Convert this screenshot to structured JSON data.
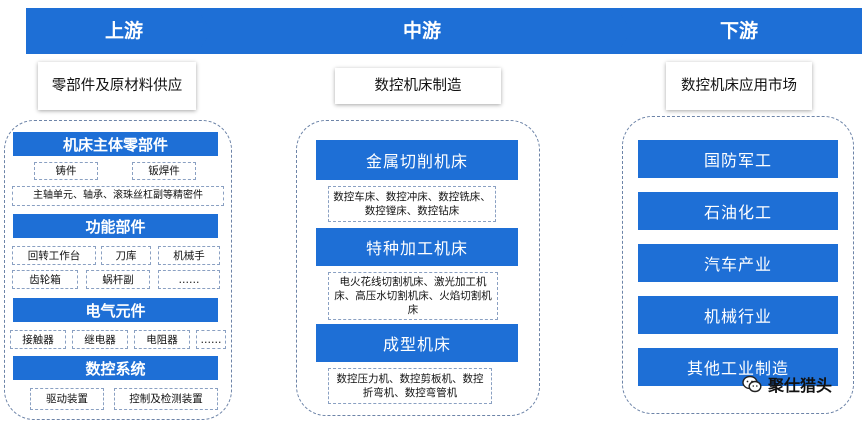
{
  "stages": [
    {
      "label": "上游",
      "title": "零部件及原材料供应"
    },
    {
      "label": "中游",
      "title": "数控机床制造"
    },
    {
      "label": "下游",
      "title": "数控机床应用市场"
    }
  ],
  "upstream": {
    "groups": [
      {
        "header": "机床主体零部件",
        "rows": [
          [
            "铸件",
            "钣焊件"
          ],
          [
            "主轴单元、轴承、滚珠丝杠副等精密件"
          ]
        ]
      },
      {
        "header": "功能部件",
        "rows": [
          [
            "回转工作台",
            "刀库",
            "机械手"
          ],
          [
            "齿轮箱",
            "蜗杆副",
            "……"
          ]
        ]
      },
      {
        "header": "电气元件",
        "rows": [
          [
            "接触器",
            "继电器",
            "电阻器",
            "……"
          ]
        ]
      },
      {
        "header": "数控系统",
        "rows": [
          [
            "驱动装置",
            "控制及检测装置"
          ]
        ]
      }
    ]
  },
  "midstream": {
    "groups": [
      {
        "header": "金属切削机床",
        "detail": "数控车床、数控冲床、数控铣床、数控镗床、数控钻床"
      },
      {
        "header": "特种加工机床",
        "detail": "电火花线切割机床、激光加工机床、高压水切割机床、火焰切割机床"
      },
      {
        "header": "成型机床",
        "detail": "数控压力机、数控剪板机、数控折弯机、数控弯管机"
      }
    ]
  },
  "downstream": {
    "items": [
      "国防军工",
      "石油化工",
      "汽车产业",
      "机械行业",
      "其他工业制造"
    ]
  },
  "watermark": {
    "text": "聚仕猎头"
  },
  "colors": {
    "arrow": "#1e6fd6",
    "bar": "#1e6fd6",
    "panel_border": "#6d84a8"
  }
}
